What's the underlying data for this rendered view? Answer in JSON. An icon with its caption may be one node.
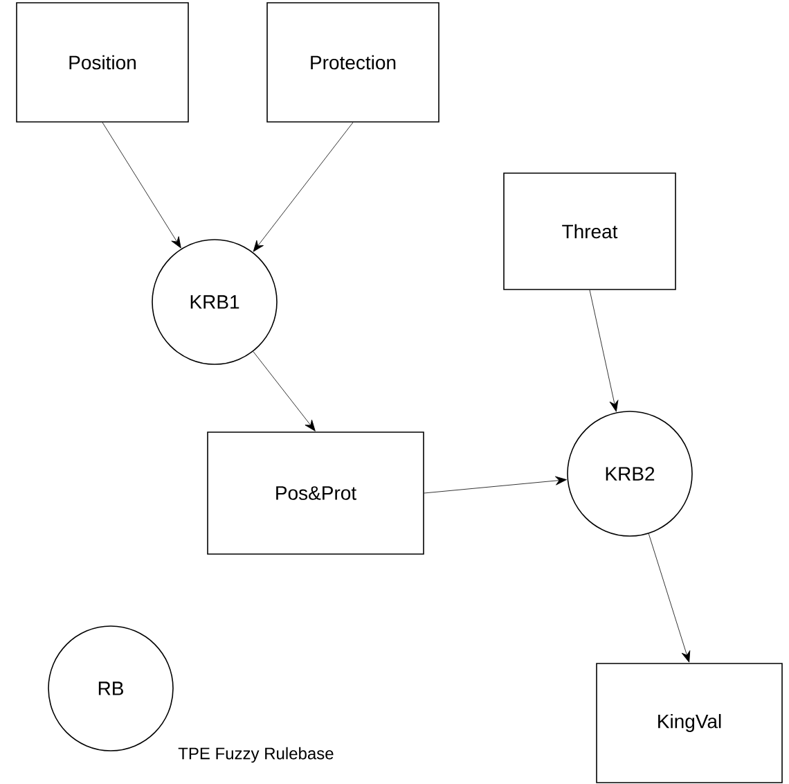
{
  "diagram": {
    "nodes": [
      {
        "text": [
          "Position"
        ]
      },
      {
        "text": [
          "Protection"
        ]
      },
      {
        "text": [
          "KRB1"
        ]
      },
      {
        "text": [
          "Pos&Prot"
        ]
      },
      {
        "text": [
          "Threat"
        ]
      },
      {
        "text": [
          "KRB2"
        ]
      },
      {
        "text": [
          "KingVal"
        ]
      },
      {
        "text": [
          "RB"
        ],
        "beside": [
          "TPE Fuzzy Rulebase"
        ]
      }
    ],
    "edges": [
      {
        "from": 0,
        "to": 2,
        "arrow": "to"
      },
      {
        "from": 1,
        "to": 2,
        "arrow": "to"
      },
      {
        "from": 2,
        "to": 3,
        "arrow": "to"
      },
      {
        "from": 3,
        "to": 5,
        "arrow": "to"
      },
      {
        "from": 4,
        "to": 5,
        "arrow": "to"
      },
      {
        "from": 5,
        "to": 6,
        "arrow": "to"
      }
    ]
  }
}
